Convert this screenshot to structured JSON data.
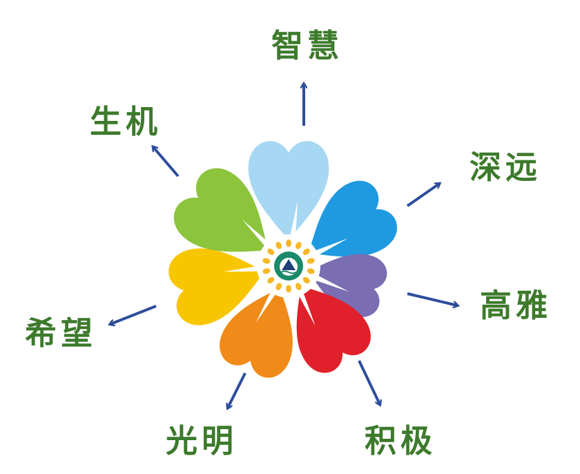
{
  "center_emblem": {
    "icon": "school-emblem-icon",
    "ring_color": "#1a8a6a",
    "dot_color": "#f5b82a"
  },
  "petals": [
    {
      "name": "petal-light-blue",
      "color": "#a6d7f3",
      "angle": 0,
      "scale": 1.0
    },
    {
      "name": "petal-blue",
      "color": "#1f9ae0",
      "angle": 57,
      "scale": 0.92
    },
    {
      "name": "petal-purple",
      "color": "#7a6db2",
      "angle": 105,
      "scale": 0.78
    },
    {
      "name": "petal-red",
      "color": "#e0202a",
      "angle": 148,
      "scale": 0.9
    },
    {
      "name": "petal-orange",
      "color": "#f08a18",
      "angle": 202,
      "scale": 0.9
    },
    {
      "name": "petal-yellow",
      "color": "#f8c600",
      "angle": 257,
      "scale": 0.95
    },
    {
      "name": "petal-green",
      "color": "#8cc43c",
      "angle": 307,
      "scale": 1.0
    }
  ],
  "arrow_color": "#2d4d9c",
  "labels": [
    {
      "id": "wisdom",
      "text": "智慧"
    },
    {
      "id": "vitality",
      "text": "生机"
    },
    {
      "id": "profound",
      "text": "深远"
    },
    {
      "id": "elegance",
      "text": "高雅"
    },
    {
      "id": "hope",
      "text": "希望"
    },
    {
      "id": "brightness",
      "text": "光明"
    },
    {
      "id": "positive",
      "text": "积极"
    }
  ]
}
